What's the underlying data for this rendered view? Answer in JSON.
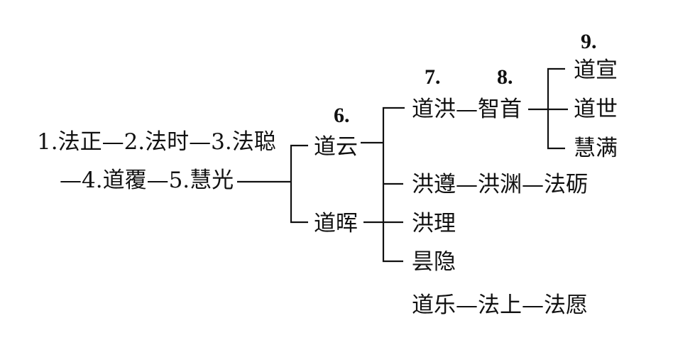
{
  "lineage": {
    "line1": "1.法正—2.法时—3.法聪",
    "line2": "—4.道覆—5.慧光",
    "gen6_label": "6.",
    "gen6_a": "道云",
    "gen6_b": "道晖",
    "gen7_label": "7.",
    "gen7_a": "道洪",
    "gen8_label": "8.",
    "gen8_a": "智首",
    "gen9_label": "9.",
    "gen9_a": "道宣",
    "gen9_b": "道世",
    "gen9_c": "慧满",
    "branch_hongzun": "洪遵—洪渊—法砺",
    "branch_hongli": "洪理",
    "branch_tanyin": "昙隐",
    "branch_daole": "道乐—法上—法愿"
  }
}
